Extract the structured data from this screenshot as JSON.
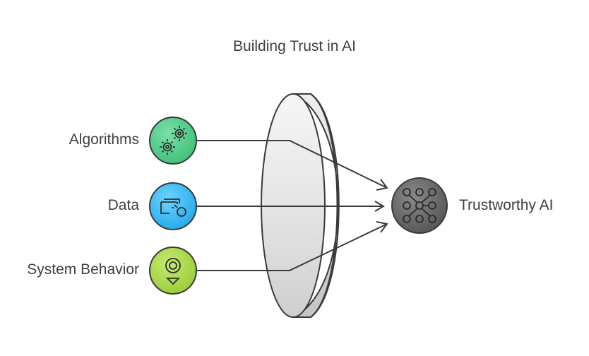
{
  "title": "Building Trust in AI",
  "inputs": [
    {
      "label": "Algorithms",
      "icon": "gears-icon",
      "color": "#4cc986"
    },
    {
      "label": "Data",
      "icon": "screen-cursor-icon",
      "color": "#36b8f0"
    },
    {
      "label": "System Behavior",
      "icon": "location-pin-icon",
      "color": "#a8d84b"
    }
  ],
  "lens": {
    "icon": "lens-shape",
    "color": "#e6e6e6"
  },
  "output": {
    "label": "Trustworthy AI",
    "icon": "neural-network-icon",
    "color": "#6a6a6a"
  }
}
